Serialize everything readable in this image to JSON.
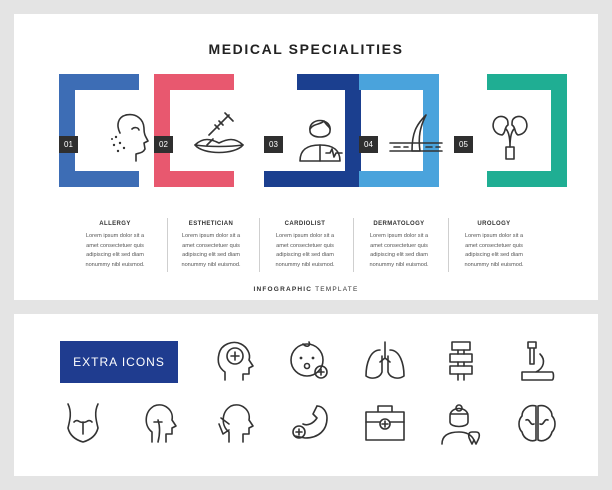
{
  "title": "MEDICAL SPECIALITIES",
  "colors": {
    "allergy": "#3d6db5",
    "esthetician": "#e8586f",
    "cardiolist": "#1b3f8f",
    "dermatology": "#4aa3dc",
    "urology": "#1fae93",
    "extra_banner": "#1f3c8f"
  },
  "stages": [
    {
      "num": "01",
      "label": "ALLERGY",
      "icon": "allergy-face-icon",
      "text": [
        "Lorem ipsum dolor sit a",
        "amet consectetuer quis",
        "adipiscing elit sed diam",
        "nonummy nibl euismod."
      ]
    },
    {
      "num": "02",
      "label": "ESTHETICIAN",
      "icon": "lip-injection-icon",
      "text": [
        "Lorem ipsum dolor sit a",
        "amet consectetuer quis",
        "adipiscing elit sed diam",
        "nonummy nibl euismod."
      ]
    },
    {
      "num": "03",
      "label": "CARDIOLIST",
      "icon": "cardiologist-icon",
      "text": [
        "Lorem ipsum dolor sit a",
        "amet consectetuer quis",
        "adipiscing elit sed diam",
        "nonummy nibl euismod."
      ]
    },
    {
      "num": "04",
      "label": "DERMATOLOGY",
      "icon": "hair-follicle-icon",
      "text": [
        "Lorem ipsum dolor sit a",
        "amet consectetuer quis",
        "adipiscing elit sed diam",
        "nonummy nibl euismod."
      ]
    },
    {
      "num": "05",
      "label": "UROLOGY",
      "icon": "kidneys-icon",
      "text": [
        "Lorem ipsum dolor sit a",
        "amet consectetuer quis",
        "adipiscing elit sed diam",
        "nonummy nibl euismod."
      ]
    }
  ],
  "footer": {
    "bold": "INFOGRAPHIC",
    "light": "TEMPLATE"
  },
  "extra_label": "EXTRA ICONS",
  "extra_icons": [
    "brain-head-icon",
    "baby-face-icon",
    "lungs-icon",
    "spine-icon",
    "microscope-icon",
    "female-reproductive-icon",
    "throat-head-icon",
    "ent-head-icon",
    "strong-arm-icon",
    "first-aid-kit-icon",
    "dentist-icon",
    "brain-icon"
  ]
}
